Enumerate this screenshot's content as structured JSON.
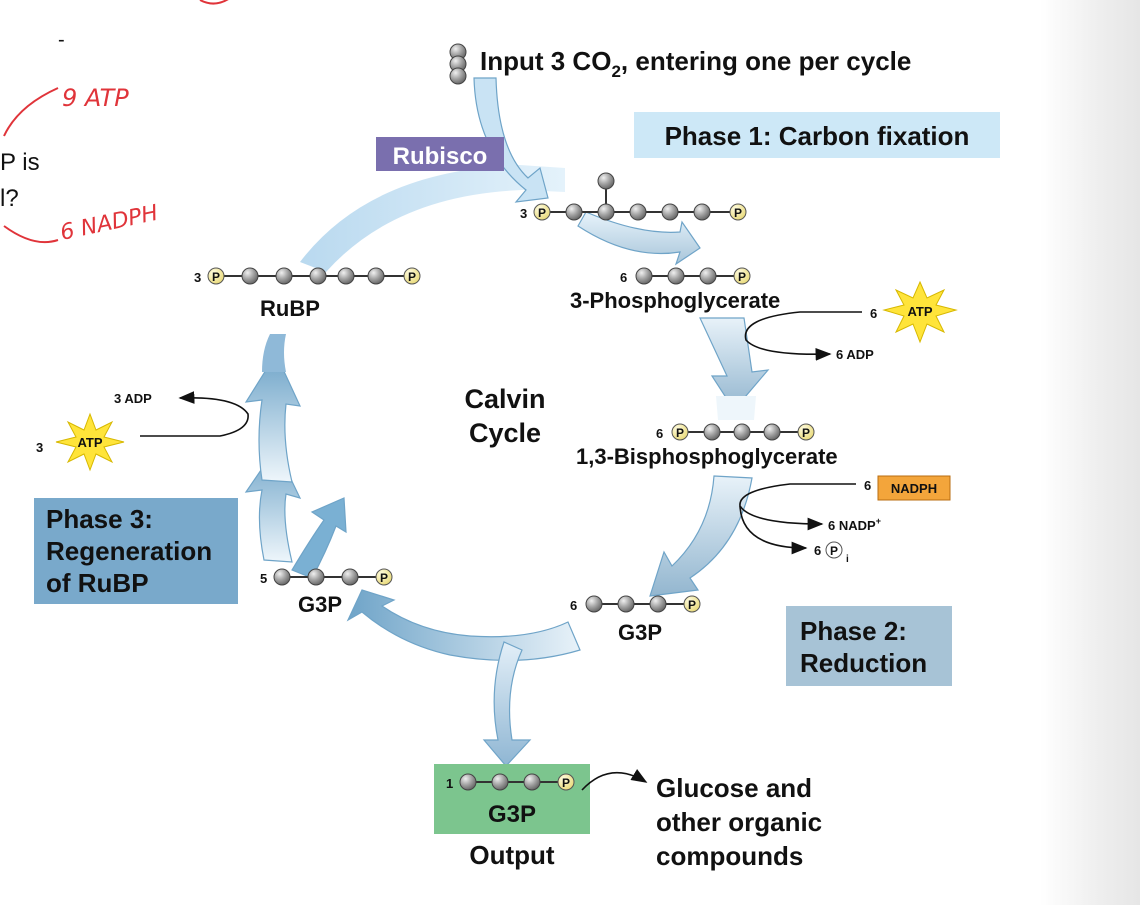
{
  "diagram": {
    "input_label": "Input 3 CO",
    "input_sub": "2",
    "input_rest": ", entering one per cycle",
    "phase1": "Phase 1: Carbon fixation",
    "rubisco": "Rubisco",
    "phase2_line1": "Phase 2:",
    "phase2_line2": "Reduction",
    "phase3_line1": "Phase 3:",
    "phase3_line2": "Regeneration",
    "phase3_line3": "of RuBP",
    "center_line1": "Calvin",
    "center_line2": "Cycle",
    "rubp": "RuBP",
    "pga": "3-Phosphoglycerate",
    "bpg": "1,3-Bisphosphoglycerate",
    "g3p": "G3P",
    "output": "Output",
    "glucose_line1": "Glucose and",
    "glucose_line2": "other organic",
    "glucose_line3": "compounds",
    "atp": "ATP",
    "nadph": "NADPH",
    "adp6": "6 ADP",
    "adp3": "3 ADP",
    "nadp": "6 NADP",
    "nadp_sup": "+",
    "pi_coef": "6",
    "pi_sub": "i",
    "p": "P",
    "n3": "3",
    "n6": "6",
    "n5": "5",
    "n1": "1"
  },
  "annotations": {
    "atp_note": "9 ATP",
    "nadph_note": "6 NADPH",
    "side_line1": "P is",
    "side_line2": "l?"
  },
  "colors": {
    "cycle_arrow_light": "#cfe6f5",
    "cycle_arrow_dark": "#6fa4c8",
    "phase1_box": "#cde8f7",
    "phase2_box": "#a7c3d6",
    "phase3_box": "#79a9cb",
    "rubisco_box": "#7a6fae",
    "output_box": "#7cc58e",
    "atp_star": "#ffe43a",
    "nadph_box": "#f3a53b",
    "phosphate": "#f6ec9a",
    "carbon": "#9a9a9a",
    "handwriting": "#e0343a"
  }
}
